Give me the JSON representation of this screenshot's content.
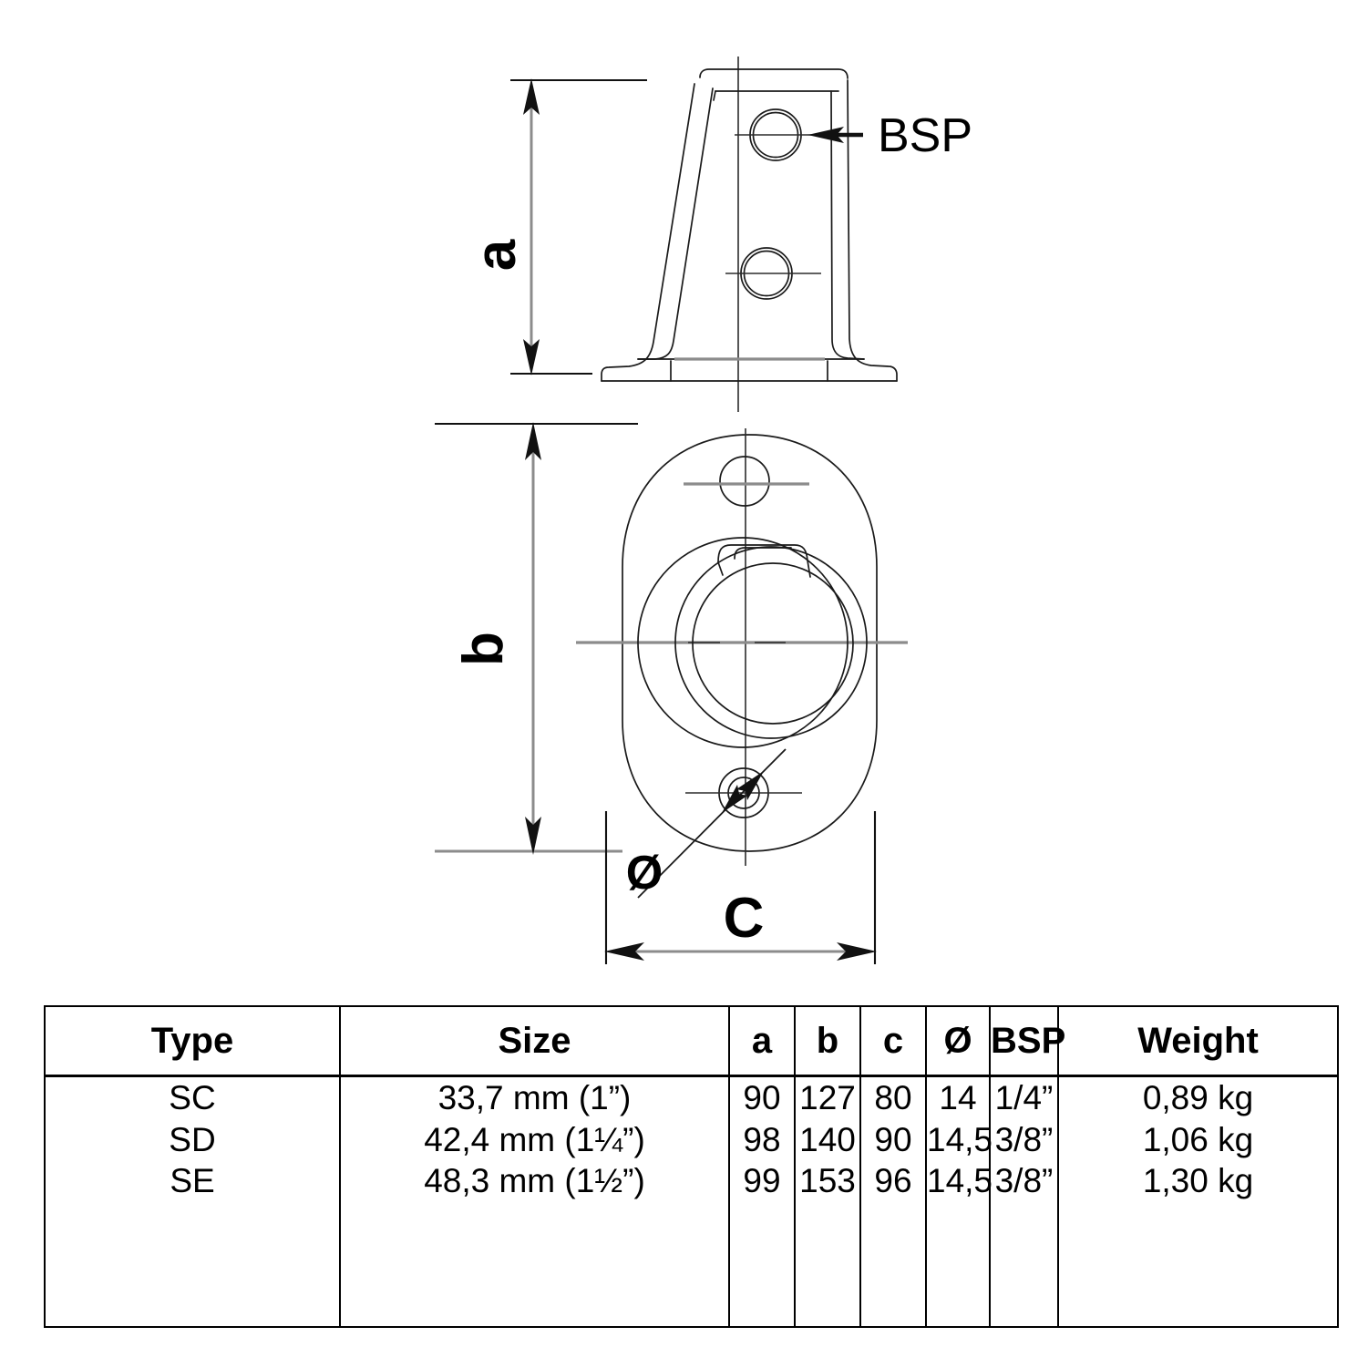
{
  "drawing": {
    "title_visible": false,
    "labels": {
      "dim_a": "a",
      "dim_b": "b",
      "dim_c": "C",
      "dim_diameter": "Ø",
      "callout_bsp": "BSP"
    },
    "views": {
      "side_view_name": "side-elevation-view",
      "plan_view_name": "plan-top-view"
    }
  },
  "table": {
    "headers": [
      "Type",
      "Size",
      "a",
      "b",
      "c",
      "Ø",
      "BSP",
      "Weight"
    ],
    "rows": [
      {
        "type": "SC",
        "size": "33,7 mm (1”)",
        "a": "90",
        "b": "127",
        "c": "80",
        "diameter": "14",
        "bsp": "1/4”",
        "weight": "0,89 kg"
      },
      {
        "type": "SD",
        "size": "42,4 mm (1¼”)",
        "a": "98",
        "b": "140",
        "c": "90",
        "diameter": "14,5",
        "bsp": "3/8”",
        "weight": "1,06 kg"
      },
      {
        "type": "SE",
        "size": "48,3 mm (1½”)",
        "a": "99",
        "b": "153",
        "c": "96",
        "diameter": "14,5",
        "bsp": "3/8”",
        "weight": "1,30 kg"
      }
    ],
    "empty_row_count": 3
  },
  "colors": {
    "line": "#1a1a1a",
    "dimension": "#8c8c8c",
    "text": "#000000",
    "background": "#ffffff"
  }
}
